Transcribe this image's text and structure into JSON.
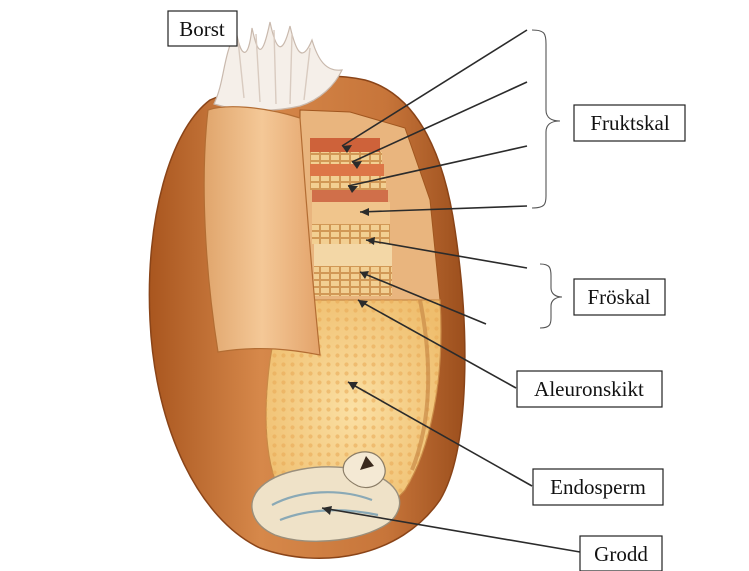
{
  "labels": {
    "borst": "Borst",
    "fruktskal": "Fruktskal",
    "froskal": "Fröskal",
    "aleuronskikt": "Aleuronskikt",
    "endosperm": "Endosperm",
    "grodd": "Grodd"
  },
  "colors": {
    "husk_dark": "#b8652e",
    "husk_mid": "#d9904f",
    "husk_light": "#f0c08e",
    "layers_red": "#c9542e",
    "endosperm": "#f6cf88",
    "germ": "#efe2c8",
    "bristle": "#f4eeea"
  }
}
